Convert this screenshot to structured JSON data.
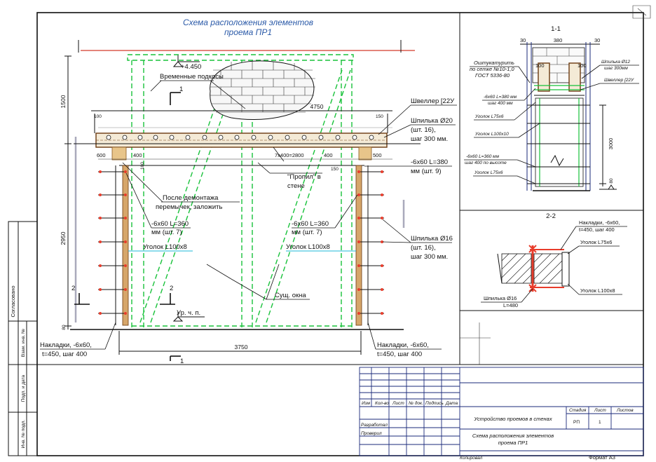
{
  "drawing": {
    "title_line1": "Схема расположения элементов",
    "title_line2": "проема ПР1",
    "elevation_top": "+4.450",
    "label_temp_supports": "Временные подкосы",
    "label_channel": "Швеллер [22У",
    "label_stud20_l1": "Шпилька Ø20",
    "label_stud20_l2": "(шт. 16),",
    "label_stud20_l3": "шаг 300 мм.",
    "label_plate380_l1": "-6х60 L=380",
    "label_plate380_l2": "мм (шт. 9)",
    "label_after_demount_l1": "После демонтажа",
    "label_after_demount_l2": "перемычек, заложить",
    "label_plate360_left_l1": "-6х60 L=360",
    "label_plate360_left_l2": "мм (шт. 7)",
    "label_plate360_right_l1": "-6х60 L=360",
    "label_plate360_right_l2": "мм (шт. 7)",
    "label_angle_left": "Уголок L100х8",
    "label_angle_right": "Уголок L100х8",
    "label_cut_l1": "\"Пропил\" в",
    "label_cut_l2": "стене",
    "label_stud16_l1": "Шпилька Ø16",
    "label_stud16_l2": "(шт. 16),",
    "label_stud16_l3": "шаг 300 мм.",
    "label_existing_window": "Сущ. окна",
    "label_floor_level": "Ур. ч. п.",
    "label_pads_left_l1": "Накладки, -6х60,",
    "label_pads_left_l2": "t=450, шаг 400",
    "label_pads_right_l1": "Накладки, -6х60,",
    "label_pads_right_l2": "t=450, шаг 400",
    "dim_4750": "4750",
    "dim_1500": "1500",
    "dim_2950": "2950",
    "dim_3750": "3750",
    "dim_100_l": "100",
    "dim_150_r": "150",
    "dim_600": "600",
    "dim_400_a": "400",
    "dim_100_b": "100",
    "dim_7x400": "7х400=2800",
    "dim_400_b": "400",
    "dim_500": "500",
    "dim_150_c": "150",
    "dim_80": "80",
    "mark_1_top": "1",
    "mark_1_bottom": "1",
    "mark_2_left": "2",
    "mark_2_mid": "2"
  },
  "section11": {
    "title": "1-1",
    "dim_30_l": "30",
    "dim_380": "380",
    "dim_30_r": "30",
    "dim_100_l": "100",
    "dim_100_r": "100",
    "label_plaster_l1": "Оштукатурить",
    "label_plaster_l2": "по сетке №10-1,0",
    "label_plaster_l3": "ГОСТ 5336-80",
    "label_stud_l1": "Шпилька Ø12",
    "label_stud_l2": "шаг 300мм",
    "label_channel": "Швеллер [22У",
    "label_plate380_l1": "-6х60 L=380 мм",
    "label_plate380_l2": "шаг 400 мм",
    "label_angle75_a": "Уголок L75х6",
    "label_angle100": "Уголок L100х10",
    "label_plate360_l1": "-6х60 L=360 мм",
    "label_plate360_l2": "шаг 400 по высоте",
    "label_angle75_b": "Уголок L75х6",
    "dim_3000": "3000",
    "dim_80": "80"
  },
  "section22": {
    "title": "2-2",
    "label_pads_l1": "Накладки, -6х60,",
    "label_pads_l2": "t=450, шаг 400",
    "label_angle75": "Уголок L75х6",
    "label_angle100": "Уголок L100х8",
    "label_stud_l1": "Шпилька Ø16",
    "label_stud_l2": "L=480"
  },
  "stamp": {
    "col_izm": "Изм",
    "col_kol": "Кол-во",
    "col_list": "Лист",
    "col_ndok": "№ док.",
    "col_podpis": "Подпись",
    "col_data": "Дата",
    "role_developed": "Разработал",
    "role_checked": "Проверил",
    "project_title": "Устройство проемов в стенах",
    "sheet_title_l1": "Схема расположения элементов",
    "sheet_title_l2": "проема ПР1",
    "h_stage": "Стадия",
    "h_sheet": "Лист",
    "h_sheets": "Листов",
    "v_stage": "РП",
    "v_sheet": "1",
    "copied": "Копировал",
    "format": "Формат А3"
  },
  "side_strip": {
    "agreed": "Согласовано",
    "inv_vzam": "Взам. инв. №",
    "sign_date": "Подп. и дата",
    "inv_podl": "Инв. № подл."
  }
}
